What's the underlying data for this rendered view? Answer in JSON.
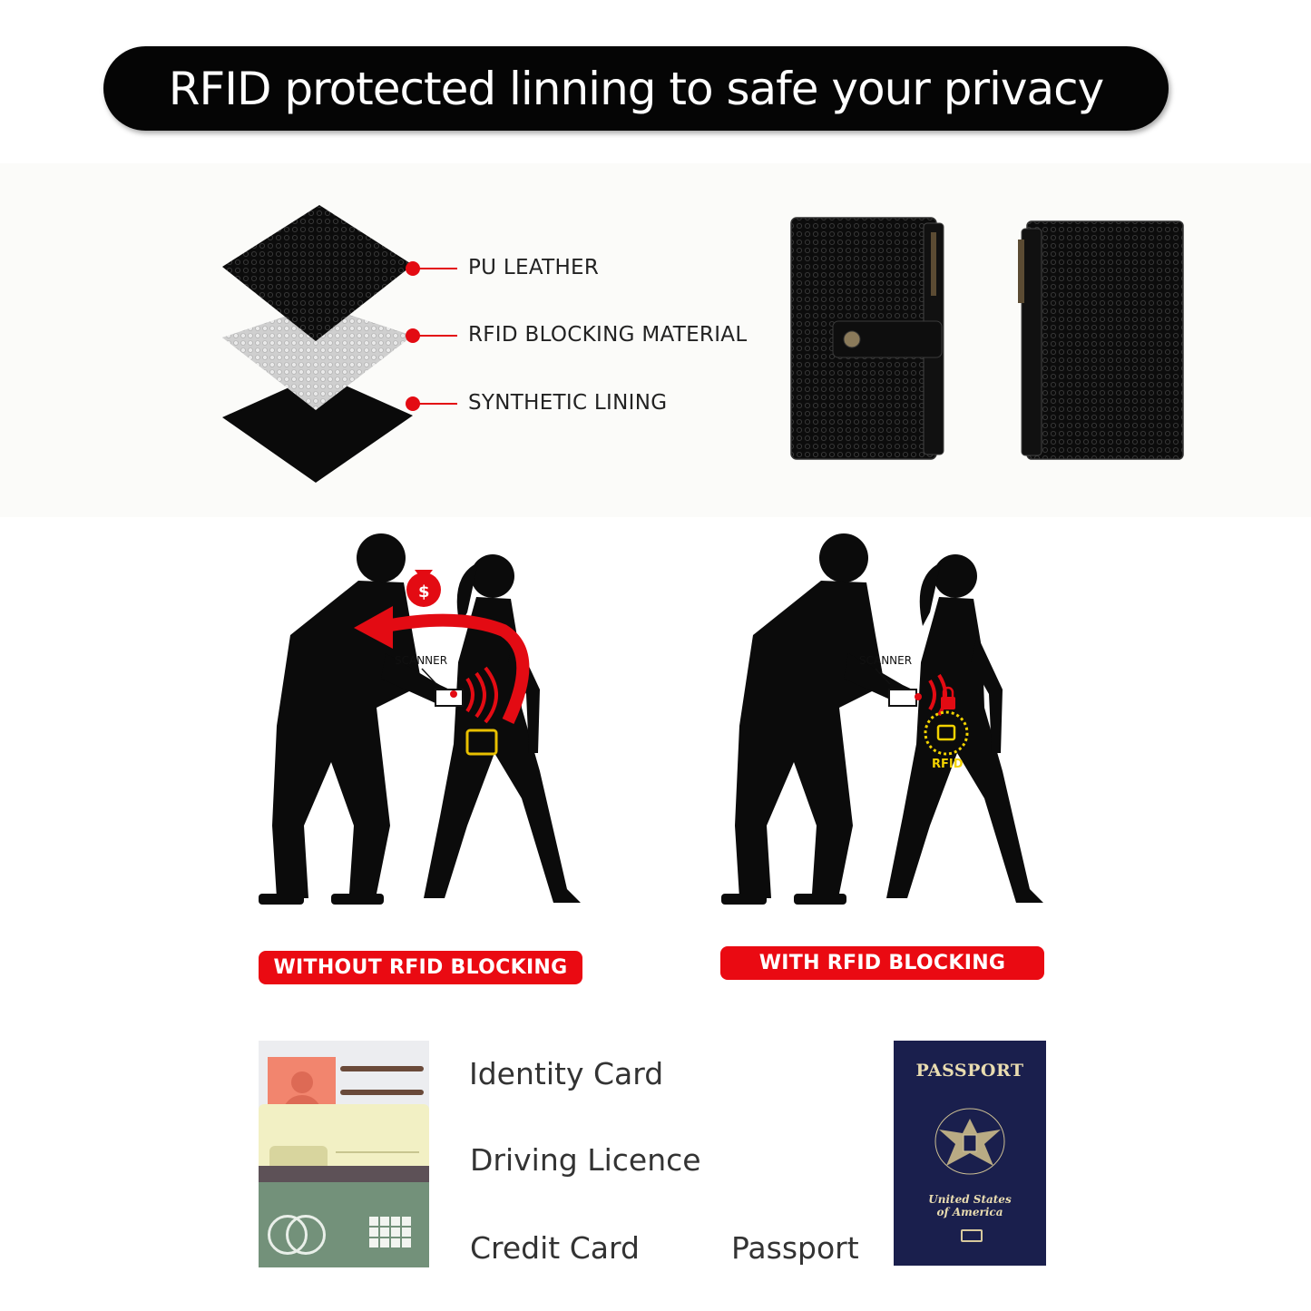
{
  "banner": {
    "text": "RFID protected linning to safe your privacy"
  },
  "layers": [
    {
      "label": "PU LEATHER"
    },
    {
      "label": "RFID BLOCKING MATERIAL"
    },
    {
      "label": "SYNTHETIC LINING"
    }
  ],
  "illustration": {
    "scanner_label_left": "SCANNER",
    "scanner_label_right": "SCANNER",
    "money_symbol": "$",
    "rfid_tag": "RFID"
  },
  "badges": {
    "without": "WITHOUT RFID BLOCKING",
    "with": "WITH RFID BLOCKING"
  },
  "documents": {
    "identity": "Identity Card",
    "driving": "Driving Licence",
    "credit": "Credit Card",
    "passport": "Passport"
  },
  "passport_cover": {
    "title": "PASSPORT",
    "country_line1": "United States",
    "country_line2": "of America"
  },
  "colors": {
    "accent_red": "#e30b13",
    "banner_black": "#050505",
    "passport_navy": "#1a1f4d"
  }
}
